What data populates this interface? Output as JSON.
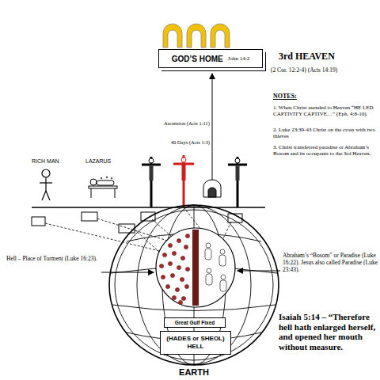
{
  "diagram": {
    "nodes": [
      {
        "text": [
          "GOD’S HOME",
          "John 14:2"
        ]
      },
      {
        "text": [
          "EARTH"
        ]
      },
      {
        "text": [
          "Great Gulf Fixed"
        ],
        "in": 1
      },
      {
        "text": [
          "(HADES or SHEOL) HELL"
        ],
        "in": 1
      }
    ],
    "labels": [
      "3rd HEAVEN",
      "(2 Cor. 12:2-4) (Acts 14:19)",
      "NOTES:",
      "1. When Christ asended to Heaven “HE LED CAPTIVITY CAPTIVE…” (Eph. 4:8-10).",
      "2. Luke 23:39-43 Christ on the cross with two thieves",
      "3. Christ transferred paradise or Abraham’s Bosom and its occupants to the 3rd Heaven.",
      "Ascension (Acts 1:11)",
      "40 Days (Acts 1:3)",
      "RICH MAN",
      "LAZARUS",
      "Hell – Place of Torment (Luke 16:23).",
      "Abraham’s “Bosom” or Paradise (Luke 16:22). Jesus also called Paradise (Luke 23:43).",
      "Isaiah 5:14 – “Therefore hell hath enlarged herself, and opened her mouth without measure."
    ]
  }
}
